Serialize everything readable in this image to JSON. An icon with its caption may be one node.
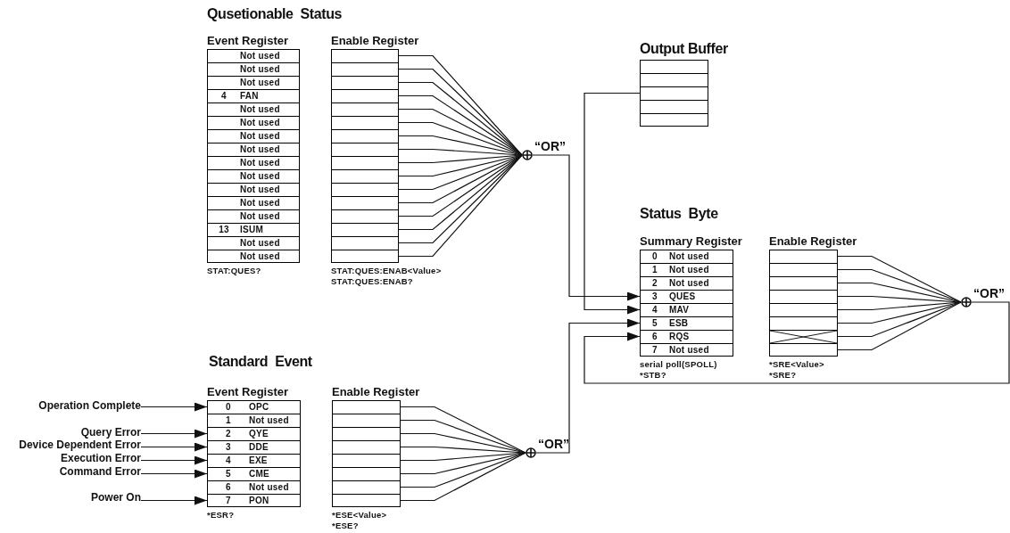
{
  "diagram": {
    "nodes": [
      {
        "text": [
          "Event Register"
        ],
        "beside": [
          "STAT:QUES?"
        ]
      },
      {
        "text": [
          "Not used"
        ],
        "in": 0
      },
      {
        "text": [
          "Not used"
        ],
        "in": 0
      },
      {
        "text": [
          "Not used"
        ],
        "in": 0
      },
      {
        "text": [
          "4",
          "FAN"
        ],
        "in": 0
      },
      {
        "text": [
          "Not used"
        ],
        "in": 0
      },
      {
        "text": [
          "Not used"
        ],
        "in": 0
      },
      {
        "text": [
          "Not used"
        ],
        "in": 0
      },
      {
        "text": [
          "Not used"
        ],
        "in": 0
      },
      {
        "text": [
          "Not used"
        ],
        "in": 0
      },
      {
        "text": [
          "Not used"
        ],
        "in": 0
      },
      {
        "text": [
          "Not used"
        ],
        "in": 0
      },
      {
        "text": [
          "Not used"
        ],
        "in": 0
      },
      {
        "text": [
          "Not used"
        ],
        "in": 0
      },
      {
        "text": [
          "13",
          "ISUM"
        ],
        "in": 0
      },
      {
        "text": [
          "Not used"
        ],
        "in": 0
      },
      {
        "text": [
          "Not used"
        ],
        "in": 0
      },
      {
        "text": [
          "Enable Register"
        ],
        "beside": [
          "STAT:QUES:ENAB<Value>",
          "STAT:QUES:ENAB?"
        ]
      },
      {
        "text": [],
        "shape": "box",
        "in": 17
      },
      {
        "text": [],
        "shape": "box",
        "in": 17
      },
      {
        "text": [],
        "shape": "box",
        "in": 17
      },
      {
        "text": [],
        "shape": "box",
        "in": 17
      },
      {
        "text": [],
        "shape": "box",
        "in": 17
      },
      {
        "text": [],
        "shape": "box",
        "in": 17
      },
      {
        "text": [],
        "shape": "box",
        "in": 17
      },
      {
        "text": [],
        "shape": "box",
        "in": 17
      },
      {
        "text": [],
        "shape": "box",
        "in": 17
      },
      {
        "text": [],
        "shape": "box",
        "in": 17
      },
      {
        "text": [],
        "shape": "box",
        "in": 17
      },
      {
        "text": [],
        "shape": "box",
        "in": 17
      },
      {
        "text": [],
        "shape": "box",
        "in": 17
      },
      {
        "text": [],
        "shape": "box",
        "in": 17
      },
      {
        "text": [],
        "shape": "box",
        "in": 17
      },
      {
        "text": [],
        "shape": "box",
        "in": 17
      },
      {
        "text": [],
        "shape": "circle",
        "beside": [
          "“OR”"
        ]
      },
      {
        "text": [
          "Output Buffer"
        ]
      },
      {
        "text": [],
        "shape": "box",
        "in": 35
      },
      {
        "text": [],
        "shape": "box",
        "in": 35
      },
      {
        "text": [],
        "shape": "box",
        "in": 35
      },
      {
        "text": [],
        "shape": "box",
        "in": 35
      },
      {
        "text": [],
        "shape": "box",
        "in": 35
      },
      {
        "text": [
          "Summary Register"
        ],
        "beside": [
          "serial poll(SPOLL)",
          "*STB?"
        ]
      },
      {
        "text": [
          "0",
          "Not used"
        ],
        "in": 41
      },
      {
        "text": [
          "1",
          "Not used"
        ],
        "in": 41
      },
      {
        "text": [
          "2",
          "Not used"
        ],
        "in": 41
      },
      {
        "text": [
          "3",
          "QUES"
        ],
        "in": 41
      },
      {
        "text": [
          "4",
          "MAV"
        ],
        "in": 41
      },
      {
        "text": [
          "5",
          "ESB"
        ],
        "in": 41
      },
      {
        "text": [
          "6",
          "RQS"
        ],
        "in": 41
      },
      {
        "text": [
          "7",
          "Not used"
        ],
        "in": 41
      },
      {
        "text": [
          "Enable Register"
        ],
        "beside": [
          "*SRE<Value>",
          "*SRE?"
        ]
      },
      {
        "text": [],
        "shape": "box",
        "in": 50
      },
      {
        "text": [],
        "shape": "box",
        "in": 50
      },
      {
        "text": [],
        "shape": "box",
        "in": 50
      },
      {
        "text": [],
        "shape": "box",
        "in": 50
      },
      {
        "text": [],
        "shape": "box",
        "in": 50
      },
      {
        "text": [],
        "shape": "box",
        "in": 50
      },
      {
        "text": [],
        "shape": "box",
        "in": 50
      },
      {
        "text": [],
        "shape": "box",
        "in": 50
      },
      {
        "text": [],
        "shape": "circle",
        "beside": [
          "“OR”"
        ]
      },
      {
        "text": [
          "Event Register"
        ],
        "beside": [
          "*ESR?"
        ]
      },
      {
        "text": [
          "0",
          "OPC"
        ],
        "in": 60
      },
      {
        "text": [
          "1",
          "Not used"
        ],
        "in": 60
      },
      {
        "text": [
          "2",
          "QYE"
        ],
        "in": 60
      },
      {
        "text": [
          "3",
          "DDE"
        ],
        "in": 60
      },
      {
        "text": [
          "4",
          "EXE"
        ],
        "in": 60
      },
      {
        "text": [
          "5",
          "CME"
        ],
        "in": 60
      },
      {
        "text": [
          "6",
          "Not used"
        ],
        "in": 60
      },
      {
        "text": [
          "7",
          "PON"
        ],
        "in": 60
      },
      {
        "text": [
          "Enable Register"
        ],
        "beside": [
          "*ESE<Value>",
          "*ESE?"
        ]
      },
      {
        "text": [],
        "shape": "box",
        "in": 69
      },
      {
        "text": [],
        "shape": "box",
        "in": 69
      },
      {
        "text": [],
        "shape": "box",
        "in": 69
      },
      {
        "text": [],
        "shape": "box",
        "in": 69
      },
      {
        "text": [],
        "shape": "box",
        "in": 69
      },
      {
        "text": [],
        "shape": "box",
        "in": 69
      },
      {
        "text": [],
        "shape": "box",
        "in": 69
      },
      {
        "text": [],
        "shape": "box",
        "in": 69
      },
      {
        "text": [],
        "shape": "circle",
        "beside": [
          "“OR”"
        ]
      },
      {
        "text": [
          "Operation Complete"
        ]
      },
      {
        "text": [
          "Query Error"
        ]
      },
      {
        "text": [
          "Device Dependent Error"
        ]
      },
      {
        "text": [
          "Execution Error"
        ]
      },
      {
        "text": [
          "Command Error"
        ]
      },
      {
        "text": [
          "Power On"
        ]
      }
    ],
    "edges": [
      {
        "from": 18,
        "to": 34,
        "arrow": "none"
      },
      {
        "from": 19,
        "to": 34,
        "arrow": "none"
      },
      {
        "from": 20,
        "to": 34,
        "arrow": "none"
      },
      {
        "from": 21,
        "to": 34,
        "arrow": "none"
      },
      {
        "from": 22,
        "to": 34,
        "arrow": "none"
      },
      {
        "from": 23,
        "to": 34,
        "arrow": "none"
      },
      {
        "from": 24,
        "to": 34,
        "arrow": "none"
      },
      {
        "from": 25,
        "to": 34,
        "arrow": "none"
      },
      {
        "from": 26,
        "to": 34,
        "arrow": "none"
      },
      {
        "from": 27,
        "to": 34,
        "arrow": "none"
      },
      {
        "from": 28,
        "to": 34,
        "arrow": "none"
      },
      {
        "from": 29,
        "to": 34,
        "arrow": "none"
      },
      {
        "from": 30,
        "to": 34,
        "arrow": "none"
      },
      {
        "from": 31,
        "to": 34,
        "arrow": "none"
      },
      {
        "from": 32,
        "to": 34,
        "arrow": "none"
      },
      {
        "from": 33,
        "to": 34,
        "arrow": "none"
      },
      {
        "from": 34,
        "to": 45,
        "arrow": "to"
      },
      {
        "from": 35,
        "to": 46,
        "arrow": "to"
      },
      {
        "from": 51,
        "to": 59,
        "arrow": "none"
      },
      {
        "from": 52,
        "to": 59,
        "arrow": "none"
      },
      {
        "from": 53,
        "to": 59,
        "arrow": "none"
      },
      {
        "from": 54,
        "to": 59,
        "arrow": "none"
      },
      {
        "from": 55,
        "to": 59,
        "arrow": "none"
      },
      {
        "from": 56,
        "to": 59,
        "arrow": "none"
      },
      {
        "from": 57,
        "to": 59,
        "arrow": "none"
      },
      {
        "from": 58,
        "to": 59,
        "arrow": "none"
      },
      {
        "from": 59,
        "to": 48,
        "arrow": "to"
      },
      {
        "from": 70,
        "to": 78,
        "arrow": "none"
      },
      {
        "from": 71,
        "to": 78,
        "arrow": "none"
      },
      {
        "from": 72,
        "to": 78,
        "arrow": "none"
      },
      {
        "from": 73,
        "to": 78,
        "arrow": "none"
      },
      {
        "from": 74,
        "to": 78,
        "arrow": "none"
      },
      {
        "from": 75,
        "to": 78,
        "arrow": "none"
      },
      {
        "from": 76,
        "to": 78,
        "arrow": "none"
      },
      {
        "from": 77,
        "to": 78,
        "arrow": "none"
      },
      {
        "from": 78,
        "to": 47,
        "arrow": "to"
      },
      {
        "from": 79,
        "to": 61,
        "arrow": "to"
      },
      {
        "from": 80,
        "to": 63,
        "arrow": "to"
      },
      {
        "from": 81,
        "to": 64,
        "arrow": "to"
      },
      {
        "from": 82,
        "to": 65,
        "arrow": "to"
      },
      {
        "from": 83,
        "to": 66,
        "arrow": "to"
      },
      {
        "from": 84,
        "to": 68,
        "arrow": "to"
      }
    ],
    "labels": [
      "Qusetionable Status",
      "Status Byte",
      "Standard Event"
    ]
  }
}
